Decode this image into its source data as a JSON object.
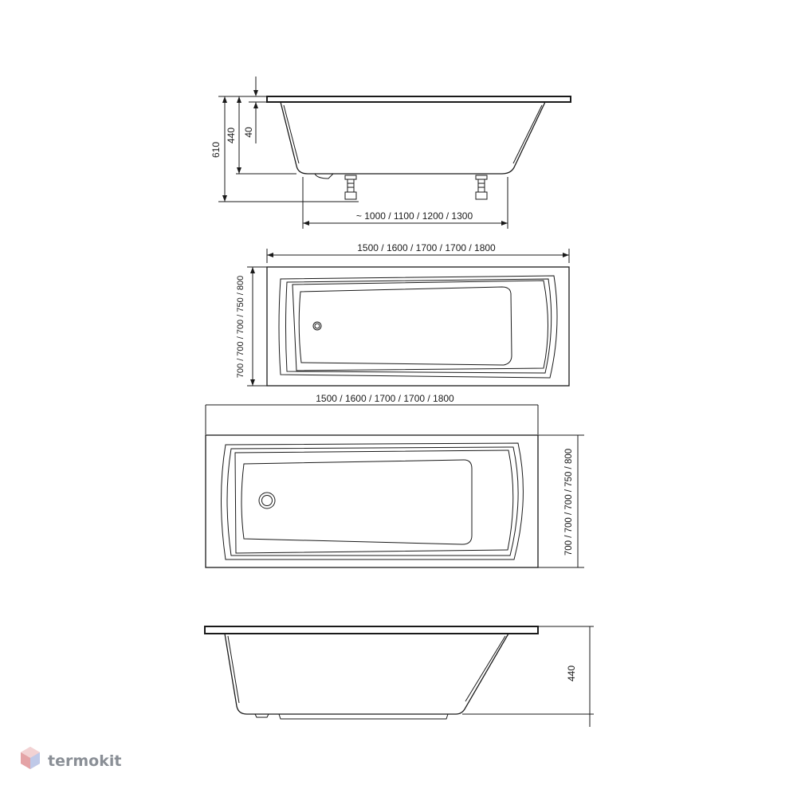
{
  "side_view_top": {
    "height_total": "610",
    "height_tub": "440",
    "rim": "40",
    "legs_span": "~ 1000 / 1100 / 1200 / 1300"
  },
  "top_view_1": {
    "length": "1500 / 1600 / 1700 / 1700 / 1800",
    "width": "700 / 700 / 700 / 750 / 800"
  },
  "top_view_2": {
    "length": "1500 / 1600 / 1700 / 1700 / 1800",
    "width": "700 / 700 / 700 / 750 / 800"
  },
  "side_view_bottom": {
    "height": "440"
  },
  "watermark": {
    "text": "termokit"
  }
}
